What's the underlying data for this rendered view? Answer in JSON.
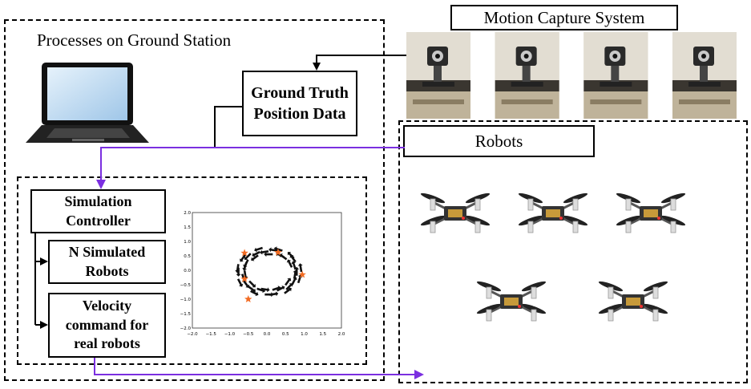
{
  "ground_station": {
    "title": "Processes on Ground Station"
  },
  "motion_capture": {
    "title": "Motion Capture System",
    "camera_count": 4
  },
  "ground_truth": {
    "label": "Ground Truth\nPosition Data"
  },
  "robots": {
    "title": "Robots",
    "drone_count": 5
  },
  "sim_controller": {
    "label": "Simulation\nController"
  },
  "n_simulated": {
    "label": "N Simulated\nRobots"
  },
  "velocity_cmd": {
    "label": "Velocity\ncommand for\nreal robots"
  },
  "plot": {
    "x_ticks": [
      "−2.0",
      "−1.5",
      "−1.0",
      "−0.5",
      "0.0",
      "0.5",
      "1.0",
      "1.5",
      "2.0"
    ],
    "y_ticks": [
      "2.0",
      "1.5",
      "1.0",
      "0.5",
      "0.0",
      "−0.5",
      "−1.0",
      "−1.5",
      "−2.0"
    ]
  },
  "colors": {
    "accent_arrow": "#7b2fe0",
    "star": "#f26b22"
  }
}
